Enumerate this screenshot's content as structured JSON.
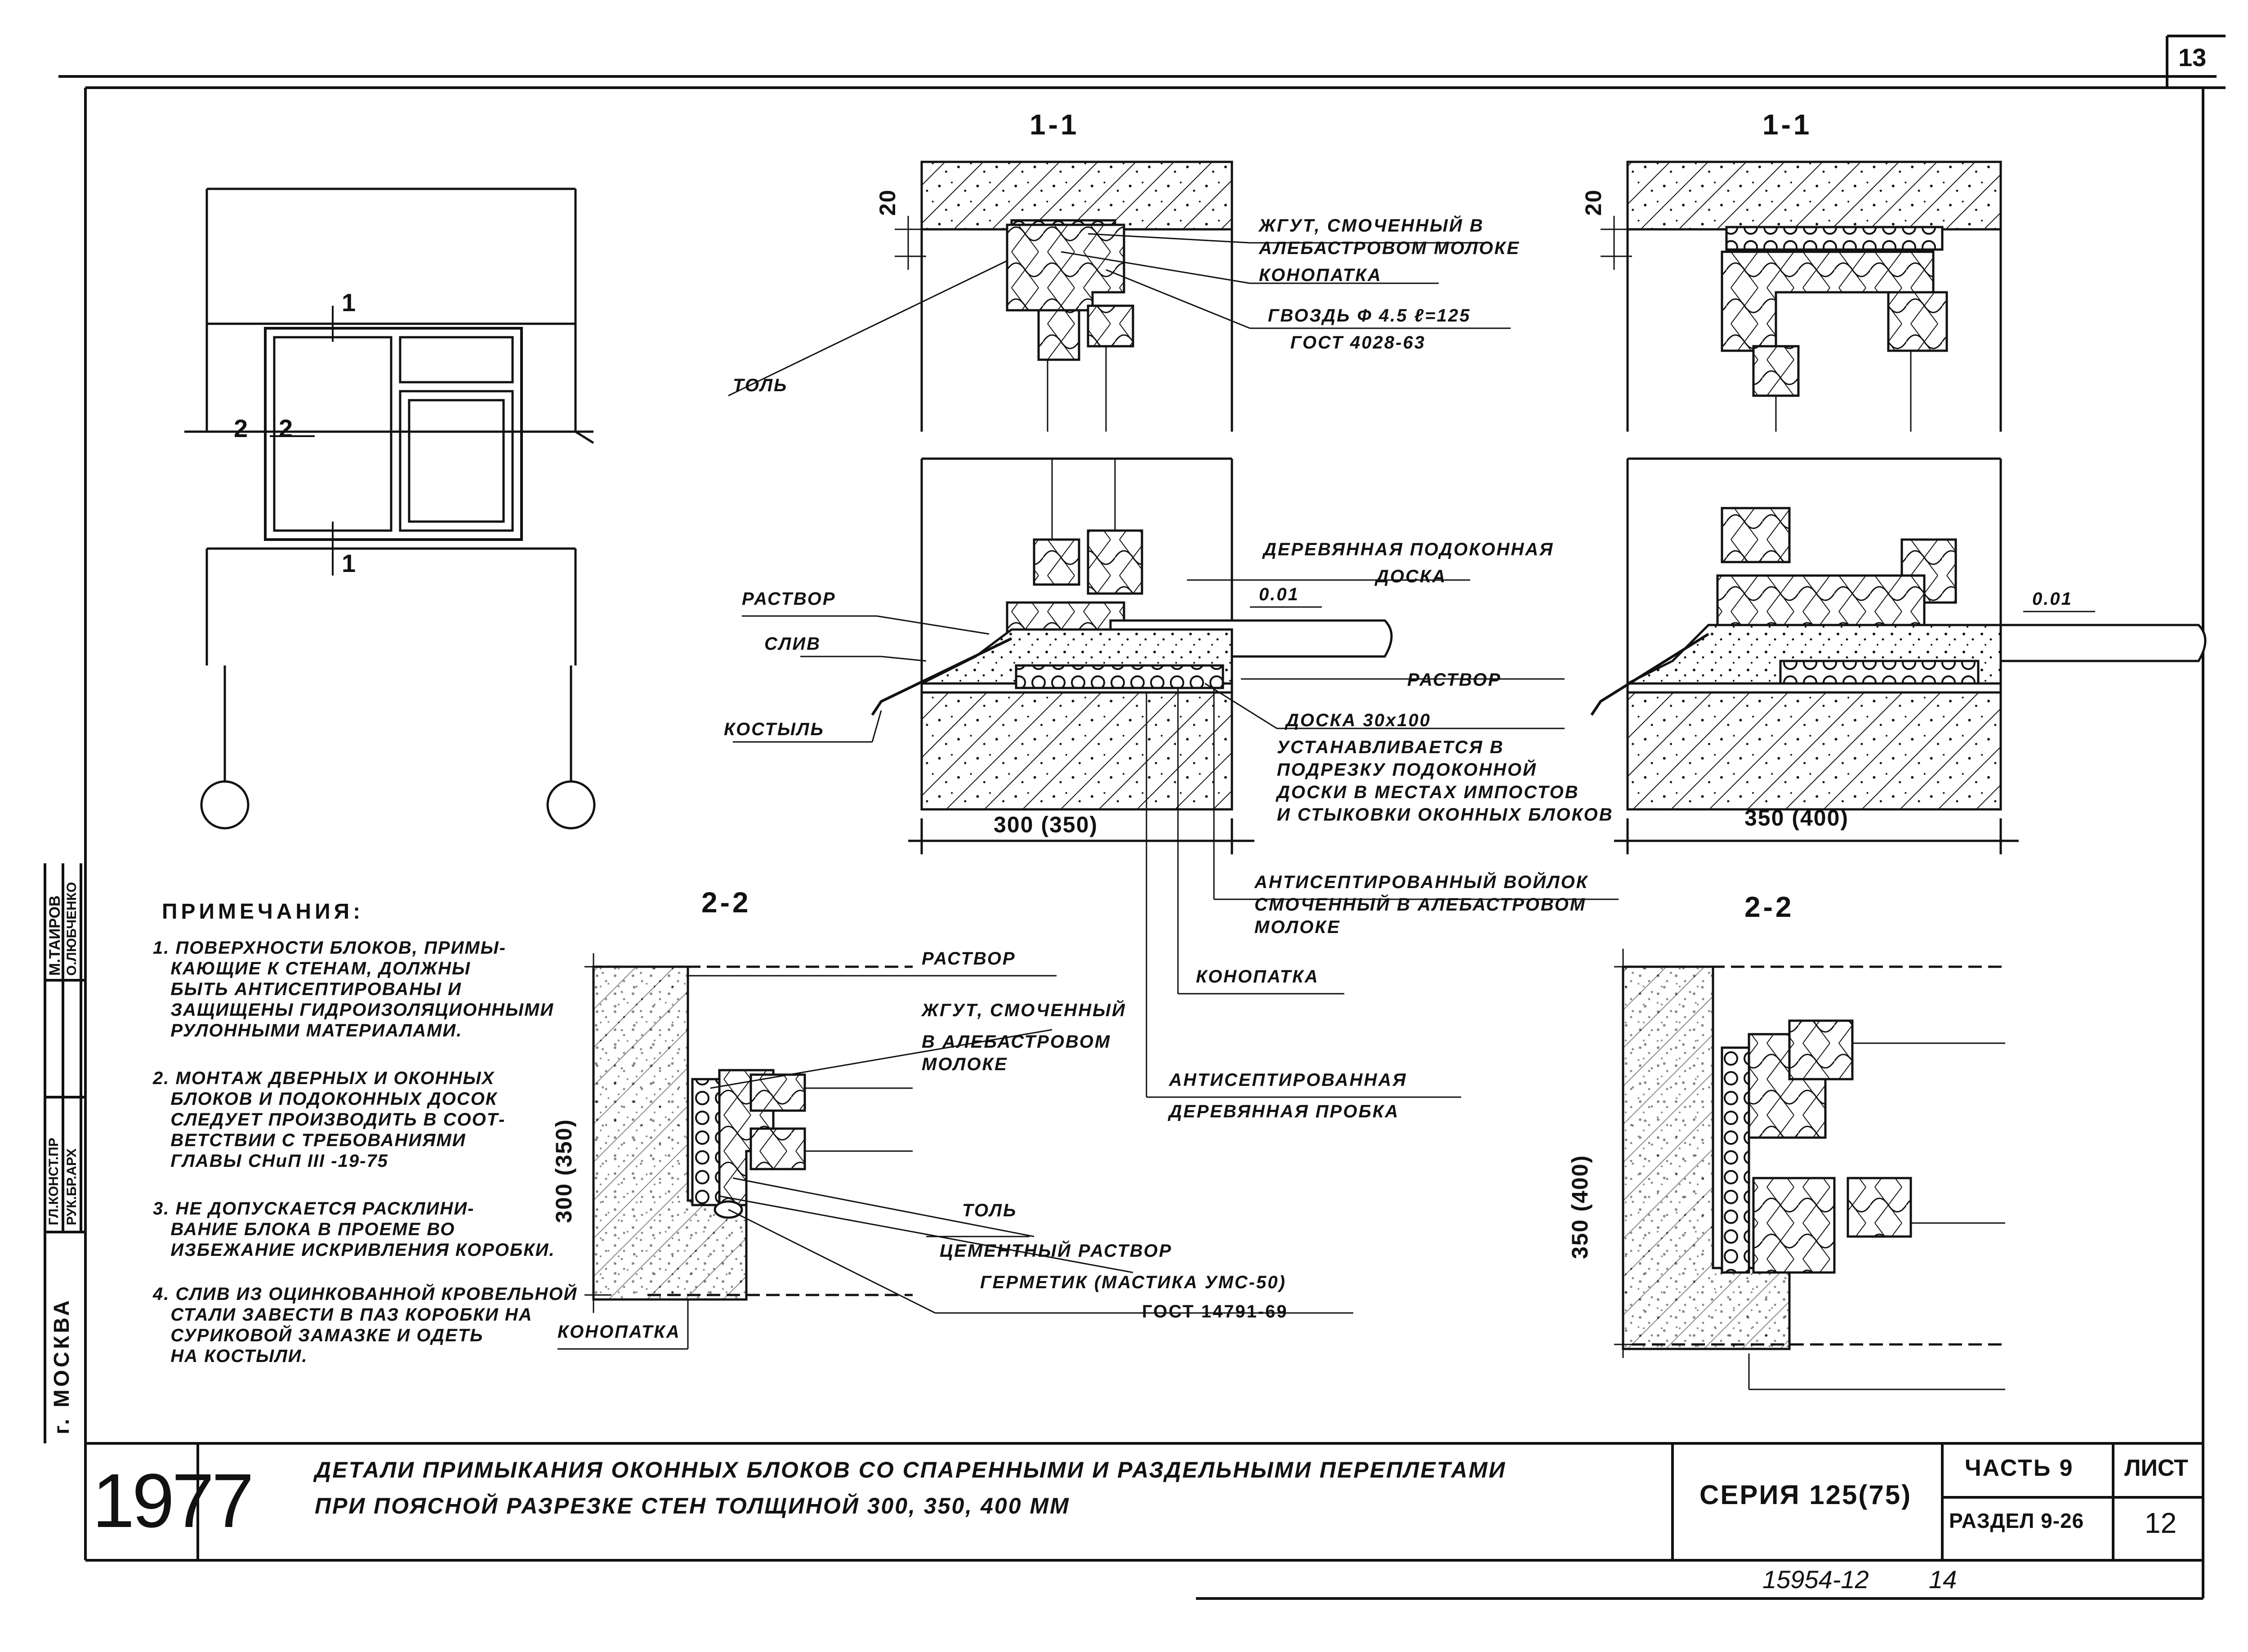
{
  "sheet": {
    "corner_number": "13",
    "year": "1977",
    "title_line1": "ДЕТАЛИ ПРИМЫКАНИЯ ОКОННЫХ БЛОКОВ СО СПАРЕННЫМИ И РАЗДЕЛЬНЫМИ ПЕРЕПЛЕТАМИ",
    "title_line2": "ПРИ ПОЯСНОЙ РАЗРЕЗКЕ СТЕН ТОЛЩИНОЙ 300, 350, 400 ММ",
    "series": "СЕРИЯ 125(75)",
    "part": "ЧАСТЬ 9",
    "section": "РАЗДЕЛ 9-26",
    "sheet_label": "ЛИСТ",
    "sheet_number": "12",
    "archive_number": "15954-12",
    "archive_suffix": "14",
    "city": "г. МОСКВА",
    "stamp_rows": [
      "ГЛ.КОНСТ.ПР",
      "РУК.БР.АРХ"
    ],
    "stamp_names": [
      "М.ТАИРОВ",
      "О.ЛЮБЧЕНКО"
    ]
  },
  "sections": {
    "a_left": "1-1",
    "a_right": "1-1",
    "b_left": "2-2",
    "b_right": "2-2",
    "elev_1": "1",
    "elev_2": "2"
  },
  "dims": {
    "d20_left": "20",
    "d20_right": "20",
    "w300": "300 (350)",
    "w350": "350 (400)",
    "h300": "300 (350)",
    "h350": "350 (400)",
    "slope_left": "0.01",
    "slope_right": "0.01"
  },
  "labels": {
    "zhgut": "ЖГУТ, СМОЧЕННЫЙ В",
    "zhgut2": "АЛЕБАСТРОВОМ МОЛОКЕ",
    "konopatka_top": "КОНОПАТКА",
    "gvozd": "ГВОЗДЬ Ф 4.5 ℓ=125",
    "gost1": "ГОСТ 4028-63",
    "tol_top": "ТОЛЬ",
    "doska1": "ДЕРЕВЯННАЯ ПОДОКОННАЯ",
    "doska2": "ДОСКА",
    "rastvor_l": "РАСТВОР",
    "sliv": "СЛИВ",
    "kostyl": "КОСТЫЛЬ",
    "rastvor_r": "РАСТВОР",
    "doska30": "ДОСКА 30х100",
    "ust1": "УСТАНАВЛИВАЕТСЯ В",
    "ust2": "ПОДРЕЗКУ ПОДОКОННОЙ",
    "ust3": "ДОСКИ В МЕСТАХ ИМПОСТОВ",
    "ust4": "И СТЫКОВКИ ОКОННЫХ БЛОКОВ",
    "voilok1": "АНТИСЕПТИРОВАННЫЙ ВОЙЛОК",
    "voilok2": "СМОЧЕННЫЙ В АЛЕБАСТРОВОМ",
    "voilok3": "МОЛОКЕ",
    "konopatka_mid": "КОНОПАТКА",
    "probka1": "АНТИСЕПТИРОВАННАЯ",
    "probka2": "ДЕРЕВЯННАЯ ПРОБКА",
    "rastvor_22": "РАСТВОР",
    "zhgut22_1": "ЖГУТ, СМОЧЕННЫЙ",
    "zhgut22_2": "В АЛЕБАСТРОВОМ",
    "zhgut22_3": "МОЛОКЕ",
    "tol_22": "ТОЛЬ",
    "cement": "ЦЕМЕНТНЫЙ РАСТВОР",
    "germetik": "ГЕРМЕТИК (МАСТИКА УМС-50)",
    "gost2": "ГОСТ 14791-69",
    "konopatka_22": "КОНОПАТКА"
  },
  "notes": {
    "title": "ПРИМЕЧАНИЯ:",
    "items": [
      "1. ПОВЕРХНОСТИ БЛОКОВ, ПРИМЫ-\n   КАЮЩИЕ К СТЕНАМ, ДОЛЖНЫ\n   БЫТЬ АНТИСЕПТИРОВАНЫ И\n   ЗАЩИЩЕНЫ ГИДРОИЗОЛЯЦИОННЫМИ\n   РУЛОННЫМИ МАТЕРИАЛАМИ.",
      "2. МОНТАЖ ДВЕРНЫХ И ОКОННЫХ\n   БЛОКОВ И ПОДОКОННЫХ ДОСОК\n   СЛЕДУЕТ ПРОИЗВОДИТЬ В СООТ-\n   ВЕТСТВИИ С ТРЕБОВАНИЯМИ\n   ГЛАВЫ СНиП III -19-75",
      "3. НЕ ДОПУСКАЕТСЯ РАСКЛИНИ-\n   ВАНИЕ БЛОКА В ПРОЕМЕ ВО\n   ИЗБЕЖАНИЕ ИСКРИВЛЕНИЯ КОРОБКИ.",
      "4. СЛИВ ИЗ ОЦИНКОВАННОЙ КРОВЕЛЬНОЙ\n   СТАЛИ ЗАВЕСТИ В ПАЗ КОРОБКИ НА\n   СУРИКОВОЙ ЗАМАЗКЕ И ОДЕТЬ\n   НА КОСТЫЛИ."
    ]
  },
  "colors": {
    "ink": "#111111",
    "paper": "#ffffff"
  }
}
